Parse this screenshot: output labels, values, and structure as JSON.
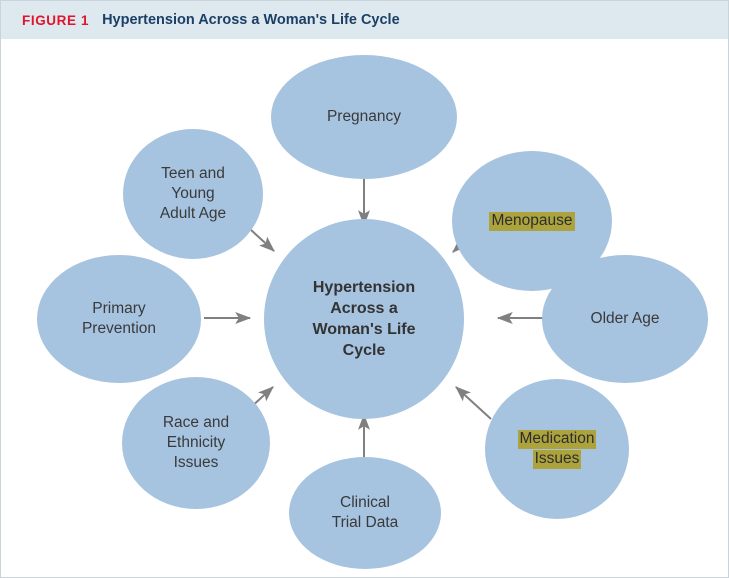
{
  "header": {
    "figure_label": "FIGURE 1",
    "title": "Hypertension Across a Woman's Life Cycle",
    "label_color": "#e0142a",
    "title_color": "#1c3f66",
    "background_color": "#dde9ef"
  },
  "diagram": {
    "type": "hub-and-spoke",
    "node_fill_color": "#a6c3e0",
    "node_text_color": "#3a3a3a",
    "arrow_color": "#808080",
    "highlight_color": "#aca33d",
    "center": {
      "id": "center",
      "label": "Hypertension\nAcross a\nWoman's Life\nCycle",
      "highlighted": false
    },
    "spokes": [
      {
        "id": "pregnancy",
        "label": "Pregnancy",
        "position": "top",
        "highlighted": false
      },
      {
        "id": "menopause",
        "label": "Menopause",
        "position": "top-right",
        "highlighted": true,
        "highlight_lines": [
          "Menopause"
        ]
      },
      {
        "id": "older-age",
        "label": "Older Age",
        "position": "right",
        "highlighted": false
      },
      {
        "id": "medication-issues",
        "label": "Medication\nIssues",
        "position": "bottom-right",
        "highlighted": true,
        "highlight_lines": [
          "Medication",
          "Issues"
        ]
      },
      {
        "id": "clinical-trial-data",
        "label": "Clinical\nTrial Data",
        "position": "bottom",
        "highlighted": false
      },
      {
        "id": "race-ethnicity",
        "label": "Race and\nEthnicity\nIssues",
        "position": "bottom-left",
        "highlighted": false
      },
      {
        "id": "primary-prevention",
        "label": "Primary\nPrevention",
        "position": "left",
        "highlighted": false
      },
      {
        "id": "teen-young-adult",
        "label": "Teen and\nYoung\nAdult Age",
        "position": "top-left",
        "highlighted": false
      }
    ],
    "arrows": [
      {
        "from": "pregnancy",
        "to": "center",
        "direction": "down"
      },
      {
        "from": "menopause",
        "to": "center",
        "direction": "down-left"
      },
      {
        "from": "older-age",
        "to": "center",
        "direction": "left"
      },
      {
        "from": "medication-issues",
        "to": "center",
        "direction": "up-left"
      },
      {
        "from": "clinical-trial-data",
        "to": "center",
        "direction": "up"
      },
      {
        "from": "race-ethnicity",
        "to": "center",
        "direction": "up-right"
      },
      {
        "from": "primary-prevention",
        "to": "center",
        "direction": "right"
      },
      {
        "from": "teen-young-adult",
        "to": "center",
        "direction": "down-right"
      }
    ]
  }
}
